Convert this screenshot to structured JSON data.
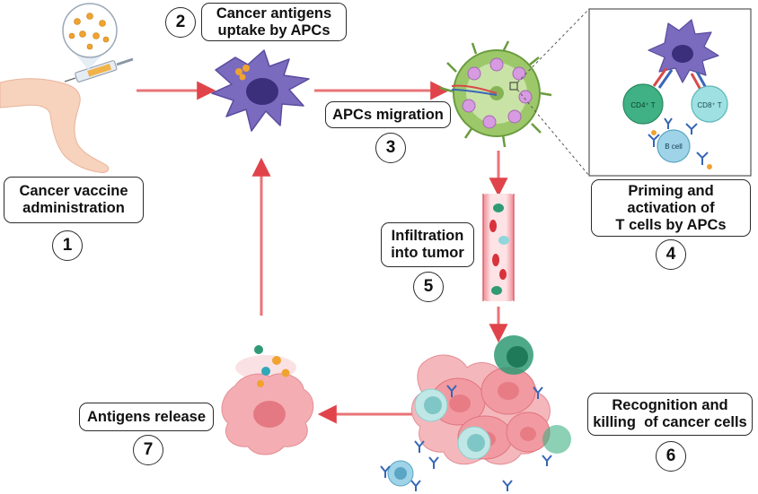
{
  "steps": [
    {
      "number": "1",
      "lines": [
        "Cancer vaccine",
        "administration"
      ]
    },
    {
      "number": "2",
      "lines": [
        "Cancer antigens",
        "uptake by APCs"
      ]
    },
    {
      "number": "3",
      "lines": [
        "APCs migration"
      ]
    },
    {
      "number": "4",
      "lines": [
        "Priming and",
        "activation of",
        "T cells by APCs"
      ]
    },
    {
      "number": "5",
      "lines": [
        "Infiltration",
        "into tumor"
      ]
    },
    {
      "number": "6",
      "lines": [
        "Recognition and",
        "killing  of cancer cells"
      ]
    },
    {
      "number": "7",
      "lines": [
        "Antigens release"
      ]
    }
  ],
  "inset": {
    "cd4_label": "CD4⁺ T",
    "cd8_label": "CD8⁺ T",
    "bcell_label": "B cell"
  },
  "colors": {
    "arrow": "#e0444a",
    "apc": "#7a6bbf",
    "tumor": "#f2a0a6",
    "cd4": "#3fb184",
    "cd8": "#9fe0e2",
    "antibody": "#3566b5",
    "lymph_node": "#8fbf5a"
  }
}
